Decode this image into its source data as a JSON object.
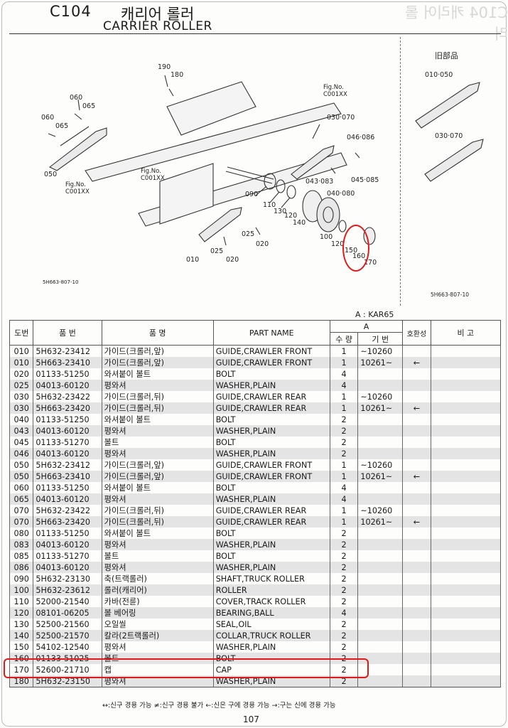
{
  "header": {
    "code": "C104",
    "title_ko": "캐리어 롤러",
    "title_en": "CARRIER ROLLER"
  },
  "diagram": {
    "labels": [
      "190",
      "180",
      "060",
      "065",
      "060",
      "065",
      "050",
      "Fig.No. C001XX",
      "Fig.No. C001XX",
      "Fig.No. C001XX",
      "030·070",
      "046·086",
      "043·083",
      "045·085",
      "040·080",
      "090",
      "110",
      "130",
      "120",
      "140",
      "100",
      "120",
      "150",
      "160",
      "170",
      "025",
      "020",
      "025",
      "020",
      "010"
    ],
    "old_parts_heading": "旧部品",
    "old_parts_labels": [
      "010·050",
      "030·070"
    ],
    "fig_code_left": "5H663-807-10",
    "fig_code_right": "5H663-807-10"
  },
  "table": {
    "model_line": "A : KAR65",
    "headers": {
      "no": "도번",
      "part_no": "품 번",
      "name_ko": "품 명",
      "part_name": "PART NAME",
      "group_a": "A",
      "qty": "수 량",
      "serial": "기 번",
      "interchange": "호환성",
      "remarks": "비 고"
    },
    "rows": [
      {
        "no": "010",
        "pn": "5H632-23412",
        "ko": "가이드(크롤러,앞)",
        "en": "GUIDE,CRAWLER FRONT",
        "qty": "1",
        "serial": "~10260",
        "int": ""
      },
      {
        "no": "010",
        "pn": "5H663-23410",
        "ko": "가이드(크롤러,앞)",
        "en": "GUIDE,CRAWLER FRONT",
        "qty": "1",
        "serial": "10261~",
        "int": "←"
      },
      {
        "no": "020",
        "pn": "01133-51250",
        "ko": "와셔붙이 볼트",
        "en": "BOLT",
        "qty": "4",
        "serial": "",
        "int": ""
      },
      {
        "no": "025",
        "pn": "04013-60120",
        "ko": "평와셔",
        "en": "WASHER,PLAIN",
        "qty": "4",
        "serial": "",
        "int": ""
      },
      {
        "no": "030",
        "pn": "5H632-23422",
        "ko": "가이드(크롤러,뒤)",
        "en": "GUIDE,CRAWLER REAR",
        "qty": "1",
        "serial": "~10260",
        "int": ""
      },
      {
        "no": "030",
        "pn": "5H663-23420",
        "ko": "가이드(크롤러,뒤)",
        "en": "GUIDE,CRAWLER REAR",
        "qty": "1",
        "serial": "10261~",
        "int": "←"
      },
      {
        "no": "040",
        "pn": "01133-51250",
        "ko": "와셔붙이 볼트",
        "en": "BOLT",
        "qty": "2",
        "serial": "",
        "int": ""
      },
      {
        "no": "043",
        "pn": "04013-60120",
        "ko": "평와셔",
        "en": "WASHER,PLAIN",
        "qty": "2",
        "serial": "",
        "int": ""
      },
      {
        "no": "045",
        "pn": "01133-51270",
        "ko": "볼트",
        "en": "BOLT",
        "qty": "2",
        "serial": "",
        "int": ""
      },
      {
        "no": "046",
        "pn": "04013-60120",
        "ko": "평와셔",
        "en": "WASHER,PLAIN",
        "qty": "2",
        "serial": "",
        "int": ""
      },
      {
        "no": "050",
        "pn": "5H632-23412",
        "ko": "가이드(크롤러,앞)",
        "en": "GUIDE,CRAWLER FRONT",
        "qty": "1",
        "serial": "~10260",
        "int": ""
      },
      {
        "no": "050",
        "pn": "5H663-23410",
        "ko": "가이드(크롤러,앞)",
        "en": "GUIDE,CRAWLER FRONT",
        "qty": "1",
        "serial": "10261~",
        "int": "←"
      },
      {
        "no": "060",
        "pn": "01133-51250",
        "ko": "와셔붙이 볼트",
        "en": "BOLT",
        "qty": "4",
        "serial": "",
        "int": ""
      },
      {
        "no": "065",
        "pn": "04013-60120",
        "ko": "평와셔",
        "en": "WASHER,PLAIN",
        "qty": "4",
        "serial": "",
        "int": ""
      },
      {
        "no": "070",
        "pn": "5H632-23422",
        "ko": "가이드(크롤러,뒤)",
        "en": "GUIDE,CRAWLER REAR",
        "qty": "1",
        "serial": "~10260",
        "int": ""
      },
      {
        "no": "070",
        "pn": "5H663-23420",
        "ko": "가이드(크롤러,뒤)",
        "en": "GUIDE,CRAWLER REAR",
        "qty": "1",
        "serial": "10261~",
        "int": "←"
      },
      {
        "no": "080",
        "pn": "01133-51250",
        "ko": "와셔붙이 볼트",
        "en": "BOLT",
        "qty": "2",
        "serial": "",
        "int": ""
      },
      {
        "no": "083",
        "pn": "04013-60120",
        "ko": "평와셔",
        "en": "WASHER,PLAIN",
        "qty": "2",
        "serial": "",
        "int": ""
      },
      {
        "no": "085",
        "pn": "01133-51270",
        "ko": "볼트",
        "en": "BOLT",
        "qty": "2",
        "serial": "",
        "int": ""
      },
      {
        "no": "086",
        "pn": "04013-60120",
        "ko": "평와셔",
        "en": "WASHER,PLAIN",
        "qty": "2",
        "serial": "",
        "int": ""
      },
      {
        "no": "090",
        "pn": "5H632-23130",
        "ko": "축(트랙롤러)",
        "en": "SHAFT,TRUCK ROLLER",
        "qty": "2",
        "serial": "",
        "int": ""
      },
      {
        "no": "100",
        "pn": "5H632-23612",
        "ko": "롤러(캐리어)",
        "en": "ROLLER",
        "qty": "2",
        "serial": "",
        "int": ""
      },
      {
        "no": "110",
        "pn": "52000-21540",
        "ko": "카바(전륜)",
        "en": "COVER,TRACK ROLLER",
        "qty": "2",
        "serial": "",
        "int": ""
      },
      {
        "no": "120",
        "pn": "08101-06205",
        "ko": "볼 베어링",
        "en": "BEARING,BALL",
        "qty": "4",
        "serial": "",
        "int": ""
      },
      {
        "no": "130",
        "pn": "52500-21560",
        "ko": "오일씰",
        "en": "SEAL,OIL",
        "qty": "2",
        "serial": "",
        "int": ""
      },
      {
        "no": "140",
        "pn": "52500-21570",
        "ko": "칼라(2트랙롤러)",
        "en": "COLLAR,TRUCK ROLLER",
        "qty": "2",
        "serial": "",
        "int": ""
      },
      {
        "no": "150",
        "pn": "54102-12540",
        "ko": "평와셔",
        "en": "WASHER,PLAIN",
        "qty": "2",
        "serial": "",
        "int": ""
      },
      {
        "no": "160",
        "pn": "01133-51025",
        "ko": "볼트",
        "en": "BOLT",
        "qty": "2",
        "serial": "",
        "int": ""
      },
      {
        "no": "170",
        "pn": "52600-21710",
        "ko": "캡",
        "en": "CAP",
        "qty": "2",
        "serial": "",
        "int": ""
      },
      {
        "no": "180",
        "pn": "5H632-23150",
        "ko": "평와셔",
        "en": "WASHER,PLAIN",
        "qty": "2",
        "serial": "",
        "int": ""
      }
    ]
  },
  "footer": {
    "legend": "↔:신구 경용 가능   ≠:신구 경용 불가   ←:신은 구에 경용 가능   →:구는 신에 경용 가능",
    "page": "107"
  },
  "colors": {
    "highlight": "#e01919",
    "row_shade": "#e4e4e4"
  }
}
